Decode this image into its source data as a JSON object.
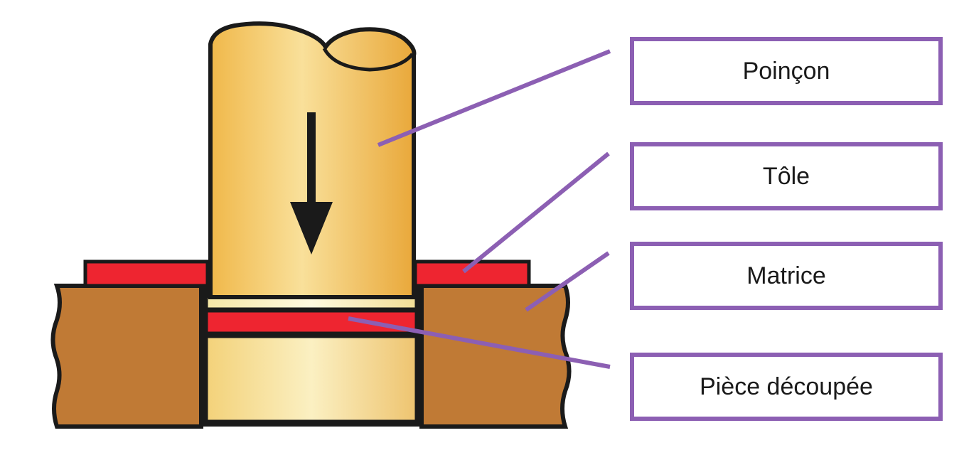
{
  "diagram": {
    "labels": [
      {
        "id": "poincon",
        "text": "Poinçon"
      },
      {
        "id": "tole",
        "text": "Tôle"
      },
      {
        "id": "matrice",
        "text": "Matrice"
      },
      {
        "id": "piece",
        "text": "Pièce découpée"
      }
    ],
    "colors": {
      "leader_line": "#8c5fb3",
      "label_border": "#8c5fb3",
      "punch": "#f2c45a",
      "sheet": "#ee2530",
      "die": "#c07a35",
      "outline": "#1a1a1a",
      "arrow": "#1a1a1a"
    },
    "punch_direction": "down"
  }
}
